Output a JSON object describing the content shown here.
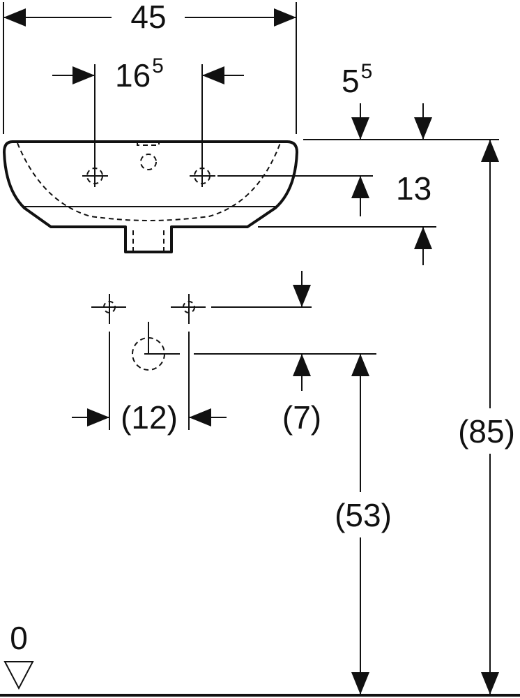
{
  "drawing": {
    "overall_width": "45",
    "tap_spacing_main": "16",
    "tap_spacing_sup": "5",
    "rim_offset_main": "5",
    "rim_offset_sup": "5",
    "tap_height": "13",
    "supply_spacing": "(12)",
    "supply_offset": "(7)",
    "drain_height": "(53)",
    "rim_height": "(85)",
    "floor_level": "0"
  },
  "colors": {
    "line": "#111111",
    "background": "#ffffff"
  }
}
